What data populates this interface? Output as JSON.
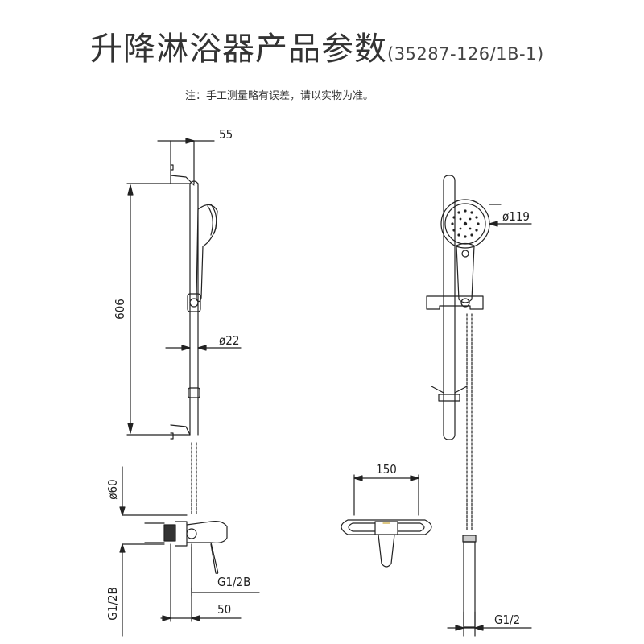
{
  "title": {
    "main": "升降淋浴器产品参数",
    "code": "(35287-126/1B-1)"
  },
  "note": "注：手工测量略有误差，请以实物为准。",
  "dimensions": {
    "slide_bar_offset": "55",
    "slide_bar_length": "606",
    "bar_diameter": "ø22",
    "valve_diameter": "ø60",
    "inlet_thread_bottom": "G1/2B",
    "outlet_thread": "G1/2B",
    "valve_offset": "50",
    "handshower_diameter": "ø119",
    "valve_width": "150",
    "hose_thread": "G1/2"
  }
}
